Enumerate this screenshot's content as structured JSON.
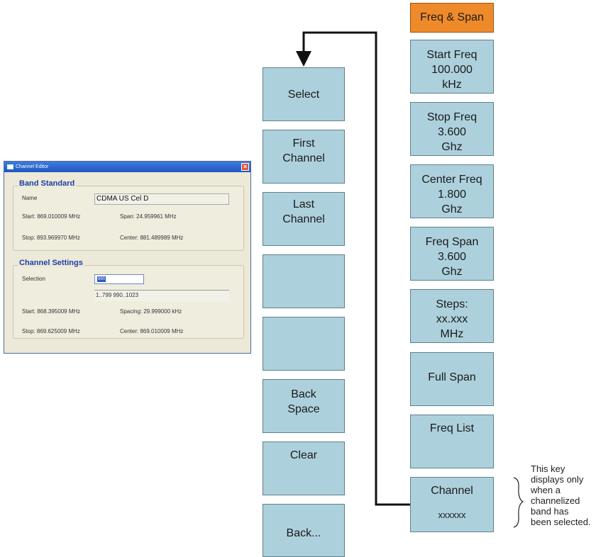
{
  "menu": {
    "header": "Freq & Span",
    "keys": [
      {
        "lines": [
          "Start Freq",
          "100.000",
          "kHz"
        ]
      },
      {
        "lines": [
          "Stop Freq",
          "3.600",
          "Ghz"
        ]
      },
      {
        "lines": [
          "Center Freq",
          "1.800",
          "Ghz"
        ]
      },
      {
        "lines": [
          "Freq Span",
          "3.600",
          "Ghz"
        ]
      },
      {
        "lines": [
          "Steps:",
          "xx.xxx",
          "MHz"
        ]
      },
      {
        "lines": [
          "Full Span"
        ]
      },
      {
        "lines": [
          "Freq List"
        ]
      },
      {
        "lines": [
          "Channel",
          "",
          "xxxxxx"
        ]
      }
    ]
  },
  "submenu": {
    "keys": [
      {
        "lines": [
          "Select"
        ]
      },
      {
        "lines": [
          "First",
          "Channel"
        ]
      },
      {
        "lines": [
          "Last",
          "Channel"
        ]
      },
      {
        "lines": [
          ""
        ]
      },
      {
        "lines": [
          ""
        ]
      },
      {
        "lines": [
          "Back",
          "Space"
        ]
      },
      {
        "lines": [
          "Clear"
        ]
      },
      {
        "lines": [
          "Back..."
        ]
      }
    ]
  },
  "note": {
    "lines": [
      "This key",
      "displays only",
      "when a",
      "channelized",
      "band has",
      "been selected."
    ]
  },
  "dialog": {
    "title": "Channel Editor",
    "band_standard": {
      "heading": "Band Standard",
      "name_label": "Name",
      "name_value": "CDMA US Cel D",
      "start": "Start: 869.010009 MHz",
      "span": "Span: 24.959961 MHz",
      "stop": "Stop: 893.969970 MHz",
      "center": "Center: 881.489989 MHz"
    },
    "channel_settings": {
      "heading": "Channel Settings",
      "selection_label": "Selection",
      "selection_value": "990",
      "range": "1..799  990..1023",
      "start": "Start: 868.395009 MHz",
      "spacing": "Spacing: 29.999000 kHz",
      "stop": "Stop: 869.625009 MHz",
      "center": "Center: 869.010009 MHz"
    }
  }
}
